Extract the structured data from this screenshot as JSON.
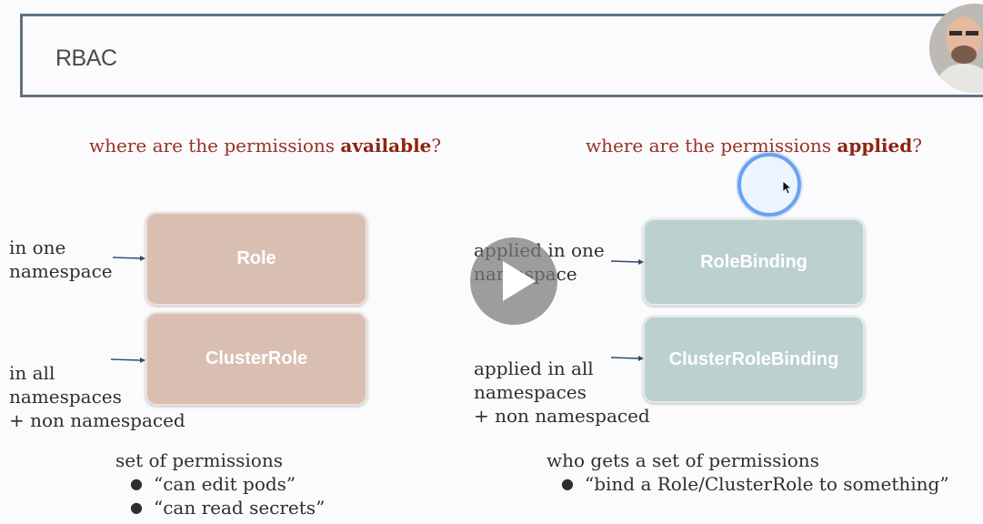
{
  "slide": {
    "title": "RBAC",
    "left_heading": {
      "prefix": "where are the permissions ",
      "emphasis": "available",
      "suffix": "?"
    },
    "right_heading": {
      "prefix": "where are the permissions ",
      "emphasis": "applied",
      "suffix": "?"
    },
    "boxes": {
      "role": "Role",
      "cluster_role": "ClusterRole",
      "role_binding": "RoleBinding",
      "cluster_role_binding": "ClusterRoleBinding"
    },
    "left_labels": {
      "one_ns": [
        "in one",
        "namespace"
      ],
      "all_ns": [
        "in all",
        "namespaces",
        "+ non namespaced"
      ]
    },
    "right_labels": {
      "one_ns": [
        "applied in one",
        "namespace"
      ],
      "all_ns": [
        "applied in all",
        "namespaces",
        "+ non namespaced"
      ]
    },
    "left_footer": {
      "title": "set of permissions",
      "bullets": [
        "“can edit pods”",
        "“can read secrets”"
      ]
    },
    "right_footer": {
      "title": "who gets a set of permissions",
      "bullets": [
        "“bind a Role/ClusterRole to something”"
      ]
    }
  },
  "colors": {
    "heading": "#9b3022",
    "role_box": "#d9bfb2",
    "binding_box": "#bcd0cf",
    "title_border": "#5e7382"
  },
  "overlay": {
    "play_icon": "play-icon",
    "cursor_icon": "mouse-cursor-icon"
  }
}
